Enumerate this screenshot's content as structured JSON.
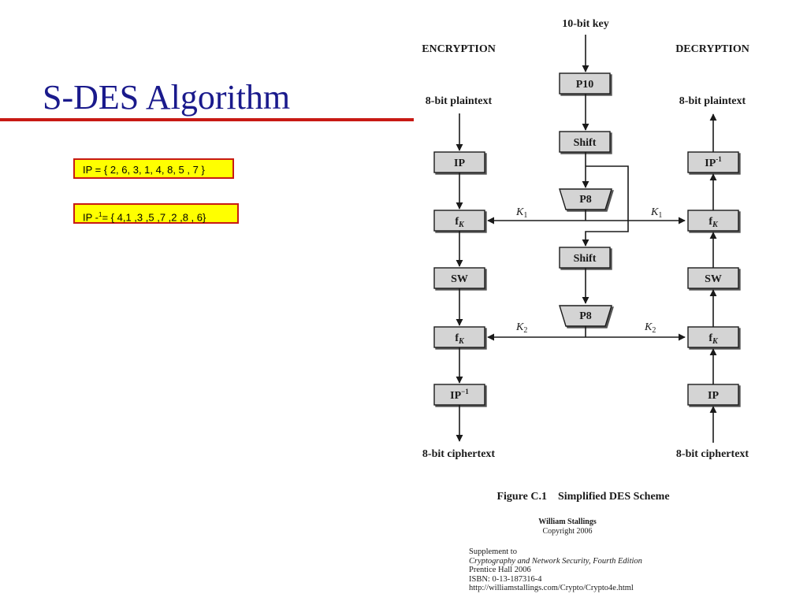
{
  "slide": {
    "title": "S-DES Algorithm",
    "ip": {
      "prefix": "IP = { 2, 6, 3, 1, 4, 8, 5 , 7 }"
    },
    "ip_inverse": {
      "prefix": "IP -",
      "sup": "1",
      "suffix": "= {  4,1 ,3 ,5 ,7 ,2 ,8 , 6}"
    }
  },
  "diagram": {
    "key_label": "10-bit key",
    "encryption_heading": "ENCRYPTION",
    "decryption_heading": "DECRYPTION",
    "enc_input": "8-bit plaintext",
    "dec_output": "8-bit plaintext",
    "enc_output": "8-bit ciphertext",
    "dec_input": "8-bit ciphertext",
    "p10": "P10",
    "shift1": "Shift",
    "p8_1": "P8",
    "shift2": "Shift",
    "p8_2": "P8",
    "enc_ip": "IP",
    "enc_fk1": "f",
    "enc_sw": "SW",
    "enc_fk2": "f",
    "enc_ipinv": "IP",
    "dec_ipinv": "IP",
    "dec_fk1": "f",
    "dec_sw": "SW",
    "dec_fk2": "f",
    "dec_ip": "IP",
    "fk_sub": "K",
    "inv_sup": "-1",
    "inv_sup_enc": "−1",
    "k1": "K",
    "k1_sub": "1",
    "k2": "K",
    "k2_sub": "2",
    "caption": "Figure C.1    Simplified DES Scheme"
  },
  "credits": {
    "author": "William Stallings",
    "copyright": "Copyright 2006",
    "supplement_line1": "Supplement to",
    "supplement_line2": "Cryptography and Network Security, Fourth Edition",
    "supplement_line3": "Prentice Hall 2006",
    "supplement_line4": "ISBN: 0-13-187316-4",
    "supplement_line5": "http://williamstallings.com/Crypto/Crypto4e.html"
  },
  "colors": {
    "title": "#1a1a8c",
    "rule": "#c81a14",
    "perm_fill": "#ffff00",
    "perm_border": "#c81a14",
    "box_fill": "#d4d4d4"
  }
}
